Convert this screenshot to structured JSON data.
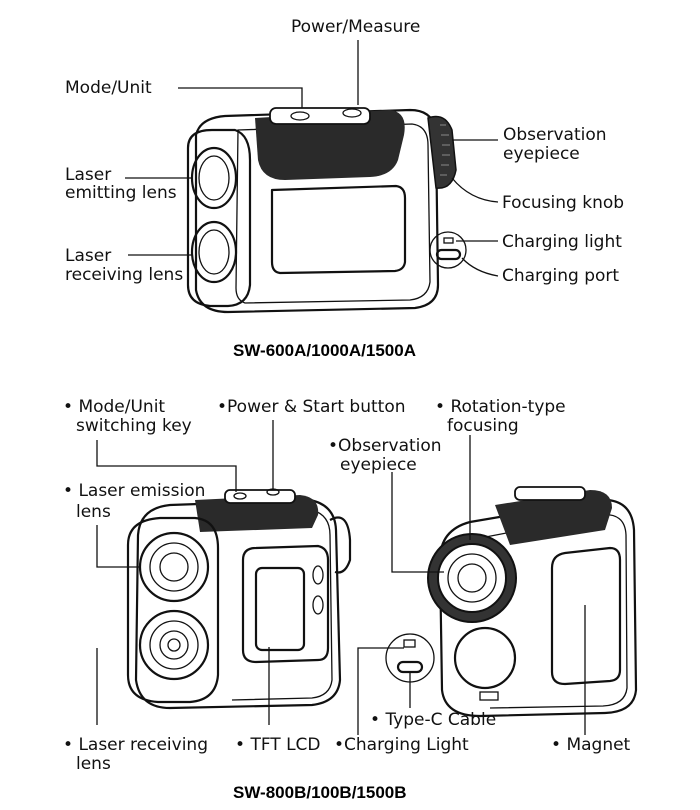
{
  "top": {
    "labels": {
      "power_measure": "Power/Measure",
      "mode_unit": "Mode/Unit",
      "laser_emit_1": "Laser",
      "laser_emit_2": "emitting lens",
      "laser_recv_1": "Laser",
      "laser_recv_2": "receiving lens",
      "obs_1": "Observation",
      "obs_2": "eyepiece",
      "focusing_knob": "Focusing knob",
      "charging_light": "Charging light",
      "charging_port": "Charging port"
    },
    "caption": "SW-600A/1000A/1500A"
  },
  "bottom": {
    "labels": {
      "mode_unit_1": "Mode/Unit",
      "mode_unit_2": "switching key",
      "power_start": "Power & Start button",
      "rotation_1": "Rotation-type",
      "rotation_2": "focusing",
      "obs_1": "Observation",
      "obs_2": "eyepiece",
      "laser_emission_1": "Laser emission",
      "laser_emission_2": "lens",
      "laser_receiving_1": "Laser receiving",
      "laser_receiving_2": "lens",
      "tft_lcd": "TFT LCD",
      "charging_light": "Charging Light",
      "type_c": "Type-C Cable",
      "magnet": "Magnet"
    },
    "caption": "SW-800B/100B/1500B"
  }
}
